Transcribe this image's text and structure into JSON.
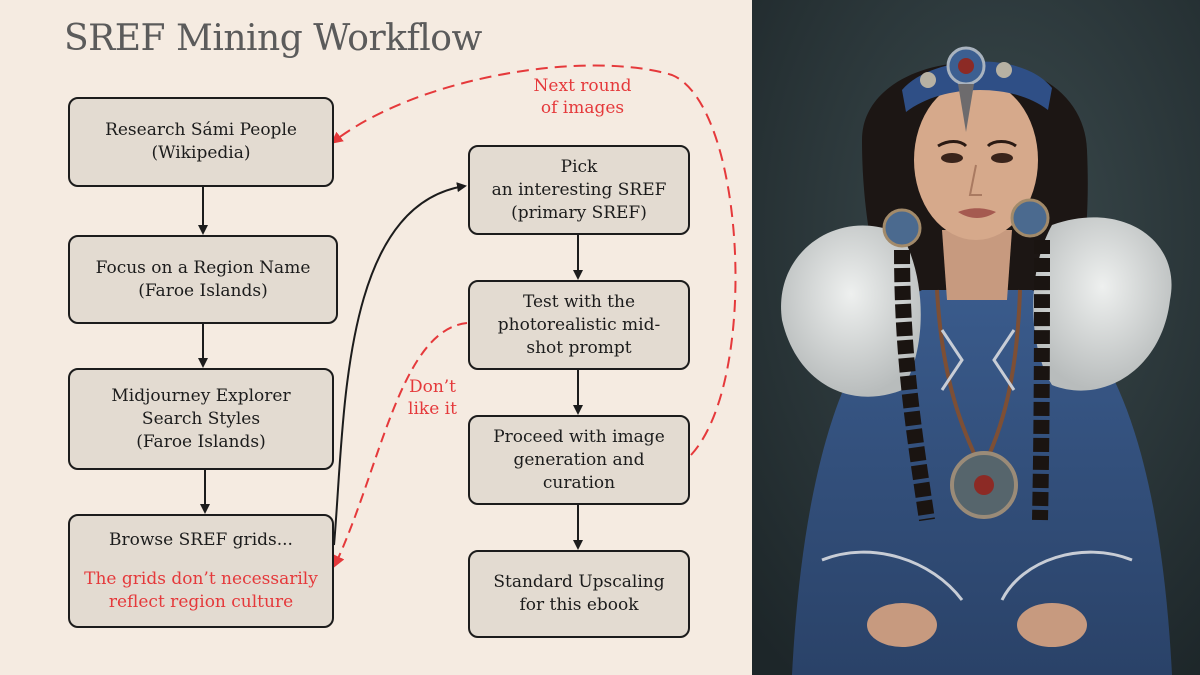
{
  "title": "SREF Mining Workflow",
  "boxes": {
    "research": [
      "Research Sámi People",
      "(Wikipedia)"
    ],
    "focus": [
      "Focus on a Region Name",
      "(Faroe Islands)"
    ],
    "explorer": [
      "Midjourney Explorer",
      "Search Styles",
      "(Faroe Islands)"
    ],
    "browse": [
      "Browse SREF grids..."
    ],
    "browse_note": [
      "The grids don’t necessarily",
      "reflect region culture"
    ],
    "pick": [
      "Pick",
      "an interesting SREF",
      "(primary SREF)"
    ],
    "test": [
      "Test with the",
      "photorealistic mid-",
      "shot prompt"
    ],
    "proceed": [
      "Proceed with image",
      "generation and",
      "curation"
    ],
    "upscale": [
      "Standard Upscaling",
      "for this ebook"
    ]
  },
  "labels": {
    "next_round": [
      "Next round",
      "of images"
    ],
    "dont_like": [
      "Don’t",
      "like it"
    ]
  },
  "colors": {
    "background": "#f5ebe1",
    "box_fill": "#e3dbd1",
    "red_accent": "#e5393b",
    "arrow": "#1c1c1c"
  }
}
